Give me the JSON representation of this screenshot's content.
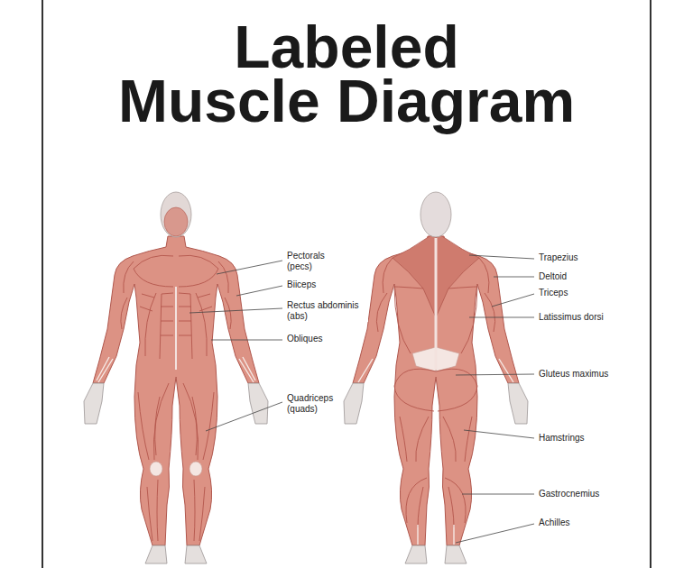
{
  "diagram": {
    "title": "Labeled Muscle Diagram",
    "labels": [
      "Pectorals (pecs)",
      "Biiceps",
      "Rectus abdominis (abs)",
      "Obliques",
      "Quadriceps (quads)",
      "Trapezius",
      "Deltoid",
      "Triceps",
      "Latissimus dorsi",
      "Gluteus maximus",
      "Hamstrings",
      "Gastrocnemius",
      "Achilles"
    ]
  }
}
